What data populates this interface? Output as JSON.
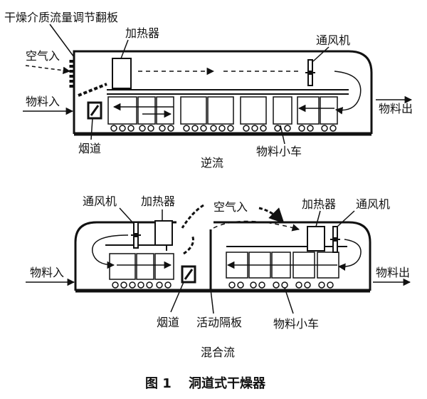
{
  "colors": {
    "ink": "#111111",
    "paper": "#ffffff"
  },
  "top": {
    "damper_label": "干燥介质流量调节翻板",
    "heater_label": "加热器",
    "fan_label": "通风机",
    "air_in_label": "空气入",
    "material_in_label": "物料入",
    "material_out_label": "物料出",
    "flue_label": "烟道",
    "cart_label": "物料小车",
    "mode_label": "逆流"
  },
  "bottom": {
    "fan_left_label": "通风机",
    "heater_left_label": "加热器",
    "air_in_label": "空气入",
    "heater_right_label": "加热器",
    "fan_right_label": "通风机",
    "material_in_label": "物料入",
    "material_out_label": "物料出",
    "flue_label": "烟道",
    "partition_label": "活动隔板",
    "cart_label": "物料小车",
    "mode_label": "混合流"
  },
  "caption": "图 1　 洞道式干燥器"
}
